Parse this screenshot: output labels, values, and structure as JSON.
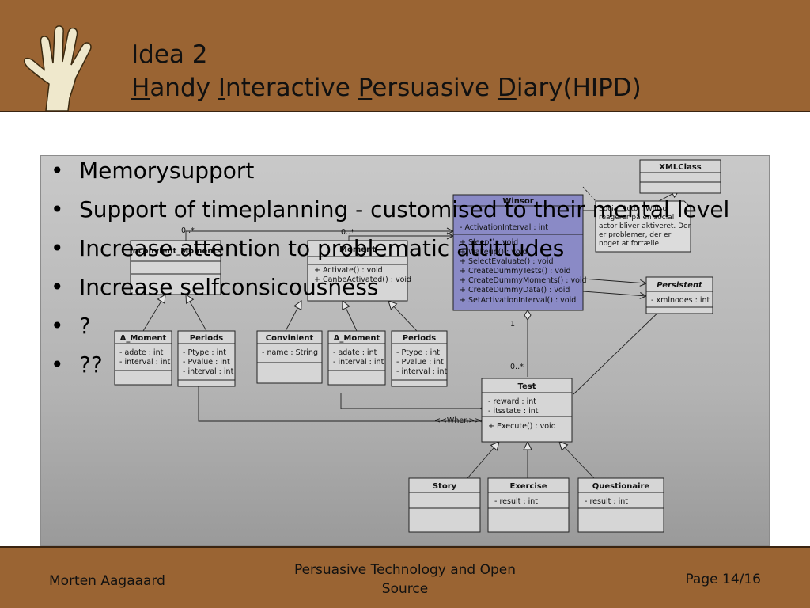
{
  "slide": {
    "title_line1": "Idea 2",
    "title_parts": [
      {
        "first": "H",
        "rest": "andy "
      },
      {
        "first": "I",
        "rest": "nteractive "
      },
      {
        "first": "P",
        "rest": "ersuasive "
      },
      {
        "first": "D",
        "rest": "iary(HIPD)"
      }
    ],
    "bullets": [
      "Memorysupport",
      "Support of timeplanning  - customised to their mental level",
      "Increase attention to problematic attittudes",
      "Increase selfconsicousness",
      "?",
      "??"
    ]
  },
  "diagram": {
    "classes": {
      "xmlclass": {
        "name": "XMLClass"
      },
      "winsor": {
        "name": "Winsor",
        "attrs": [
          "- ActivationInterval : int"
        ],
        "ops": [
          "+ Sleep() : void",
          "+ Wakeup() : void",
          "+ SelectEvaluate() : void",
          "+ CreateDummyTests() : void",
          "+ CreateDummyMoments() : void",
          "+ CreateDummyData() : void",
          "+ SetActivationInterval() : void"
        ]
      },
      "note": {
        "lines": [
          "Social Actor: Winsor",
          "reagerer på en social",
          "actor bliver aktiveret. Der",
          "er problemer, der er",
          "noget at fortælle"
        ]
      },
      "inconvient": {
        "name": "Inconvient_Moments"
      },
      "moment": {
        "name": "Moment",
        "ops": [
          "+ Activate() : void",
          "+ CanbeActivated() : void"
        ]
      },
      "persistent": {
        "name": "Persistent",
        "attrs": [
          "- xmlnodes : int"
        ]
      },
      "amoment1": {
        "name": "A_Moment",
        "attrs": [
          "- adate : int",
          "- interval : int"
        ]
      },
      "periods1": {
        "name": "Periods",
        "attrs": [
          "- Ptype : int",
          "- Pvalue : int",
          "- interval : int"
        ]
      },
      "convinient": {
        "name": "Convinient",
        "attrs": [
          "- name : String"
        ]
      },
      "amoment2": {
        "name": "A_Moment",
        "attrs": [
          "- adate : int",
          "- interval : int"
        ]
      },
      "periods2": {
        "name": "Periods",
        "attrs": [
          "- Ptype : int",
          "- Pvalue : int",
          "- interval : int"
        ]
      },
      "test": {
        "name": "Test",
        "attrs": [
          "- reward : int",
          "- itsstate : int"
        ],
        "ops": [
          "+ Execute() : void"
        ]
      },
      "story": {
        "name": "Story"
      },
      "exercise": {
        "name": "Exercise",
        "attrs": [
          "- result : int"
        ]
      },
      "questionaire": {
        "name": "Questionaire",
        "attrs": [
          "- result : int"
        ]
      }
    },
    "labels": {
      "mult1": "0..*",
      "mult2": "0..*",
      "mult3": "1",
      "mult4": "0..*",
      "when": "<<When>>"
    }
  },
  "footer": {
    "author": "Morten Aagaaard",
    "course_line1": "Persuasive Technology and Open",
    "course_line2": "Source",
    "page": "Page 14/16"
  },
  "colors": {
    "header_bg": "#9a6433",
    "footer_bg": "#9a6433",
    "winsor_fill": "#8a8ac6",
    "class_fill": "#d6d6d6"
  }
}
